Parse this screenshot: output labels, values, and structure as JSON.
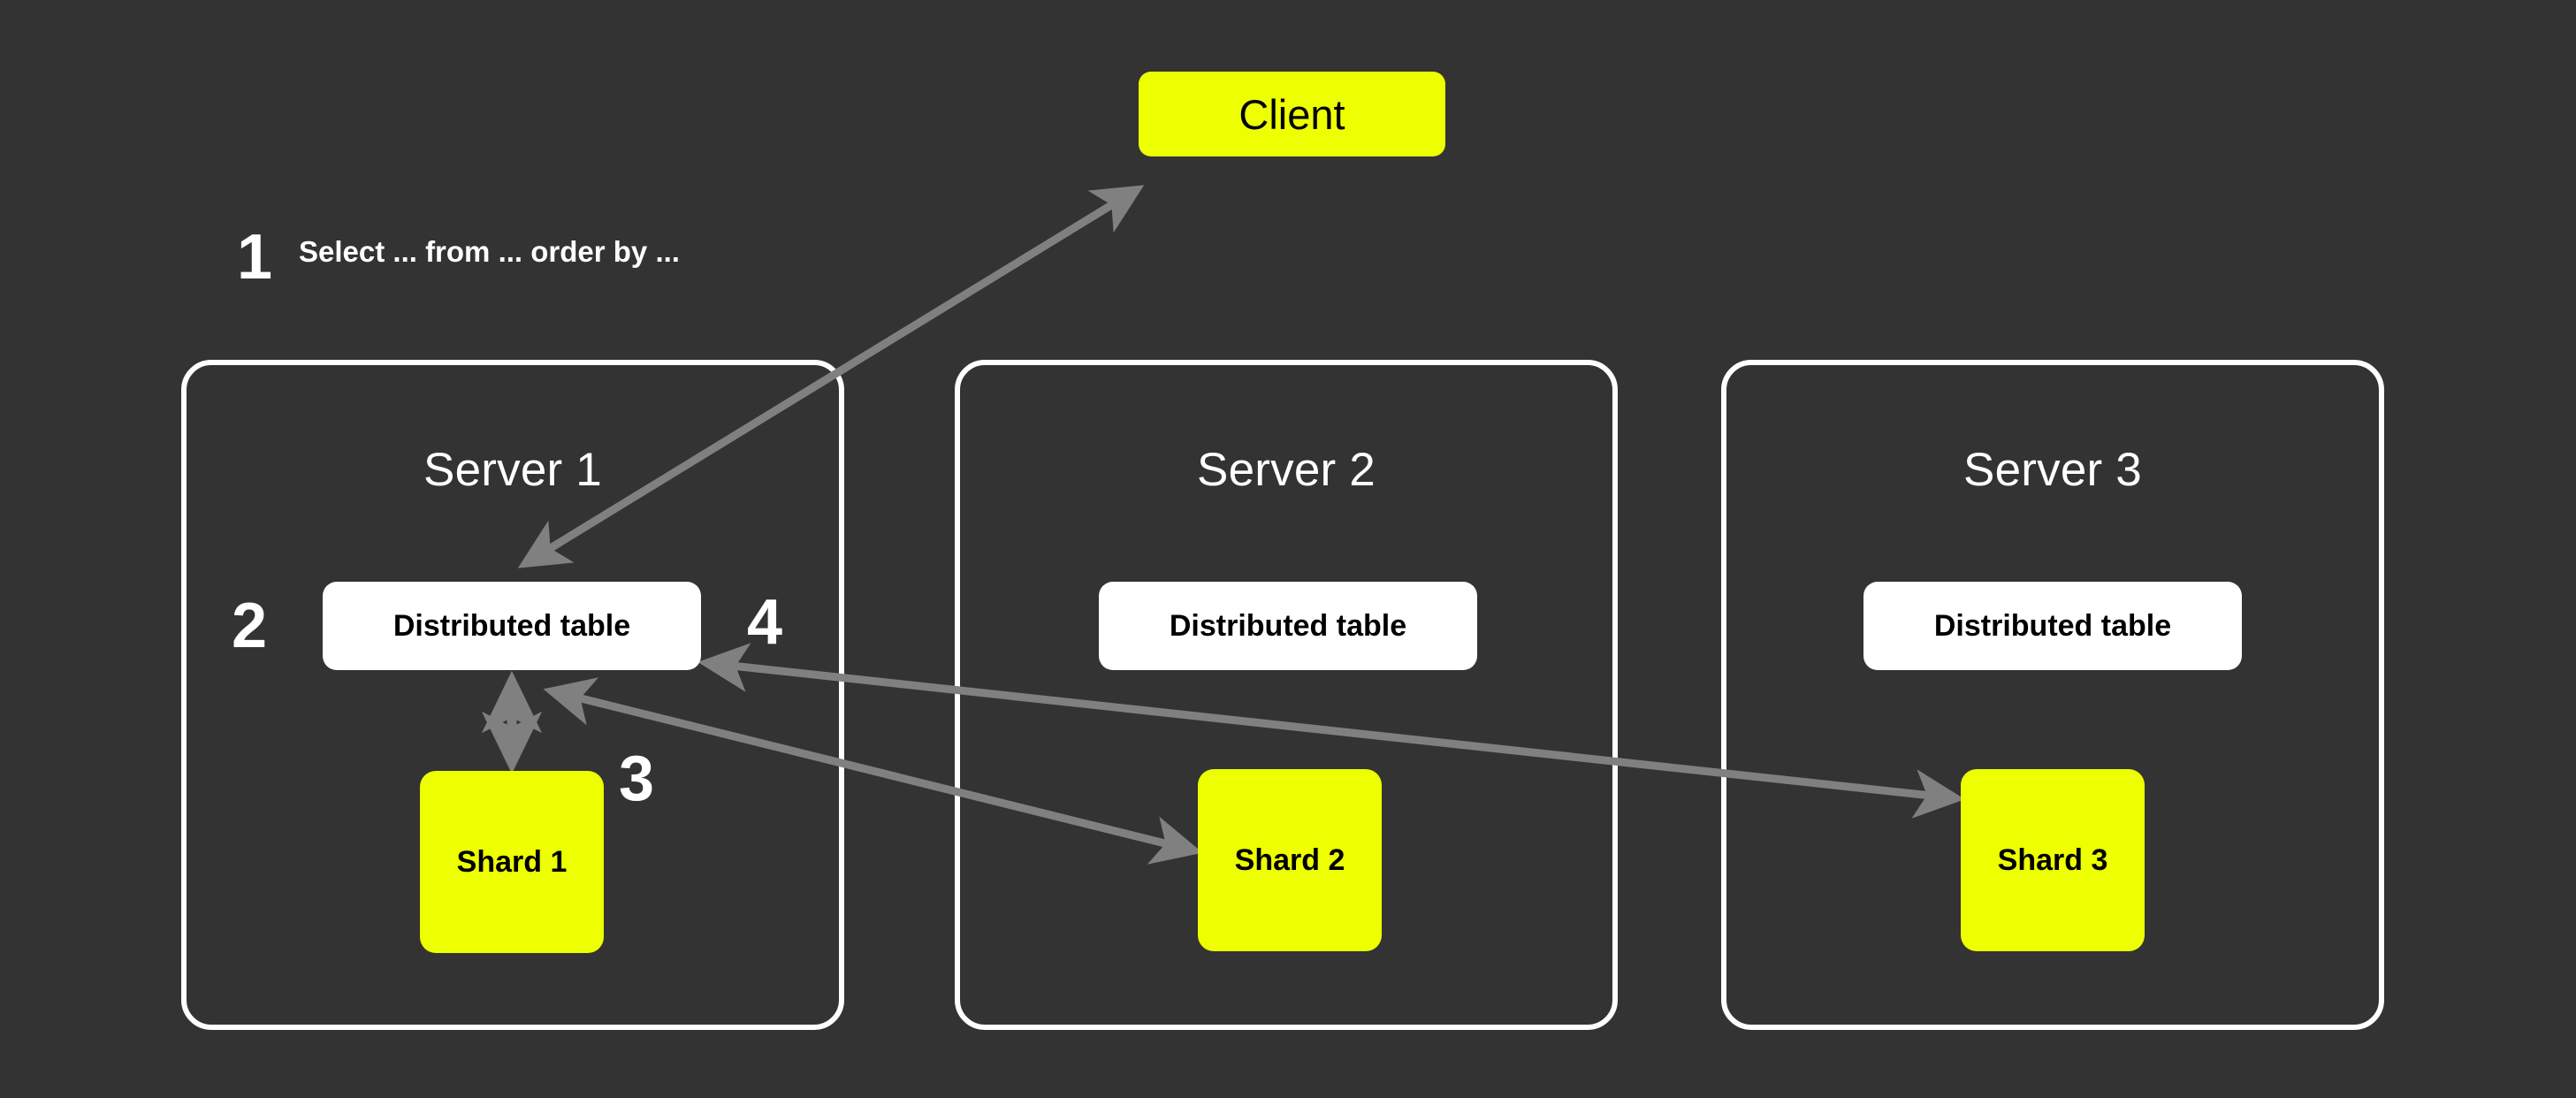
{
  "diagram": {
    "title": "Distributed table query flow across sharded servers",
    "background_color": "#333333",
    "accent_color": "#edff00",
    "arrow_color": "#808080",
    "border_color": "#ffffff"
  },
  "client": {
    "label": "Client"
  },
  "annotation": {
    "step_number": "1",
    "query_text": "Select ... from ... order by ..."
  },
  "steps": [
    {
      "number": "1"
    },
    {
      "number": "2"
    },
    {
      "number": "3"
    },
    {
      "number": "4"
    }
  ],
  "servers": [
    {
      "title": "Server 1",
      "distributed_table": "Distributed table",
      "shard": "Shard 1"
    },
    {
      "title": "Server 2",
      "distributed_table": "Distributed table",
      "shard": "Shard 2"
    },
    {
      "title": "Server 3",
      "distributed_table": "Distributed table",
      "shard": "Shard 3"
    }
  ],
  "connections": [
    {
      "name": "client-to-distributed-table-1",
      "from": "Client",
      "to": "Distributed table (Server 1)",
      "direction": "bidirectional",
      "step": "1"
    },
    {
      "name": "distributed-table-1-to-shard-1",
      "from": "Distributed table (Server 1)",
      "to": "Shard 1",
      "direction": "bidirectional",
      "step": "2"
    },
    {
      "name": "distributed-table-1-to-shard-2",
      "from": "Distributed table (Server 1)",
      "to": "Shard 2",
      "direction": "bidirectional",
      "step": "3"
    },
    {
      "name": "distributed-table-1-to-shard-3",
      "from": "Distributed table (Server 1)",
      "to": "Shard 3",
      "direction": "bidirectional",
      "step": "4"
    }
  ]
}
